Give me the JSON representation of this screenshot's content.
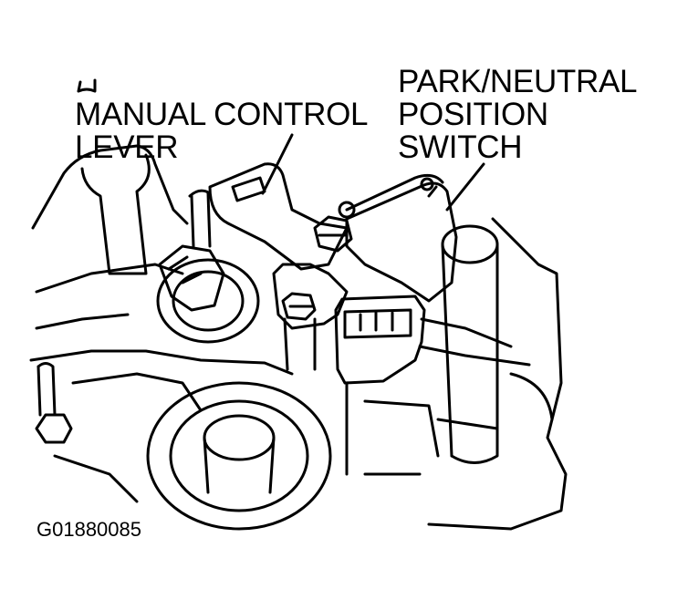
{
  "labels": {
    "manual_control_lever": [
      "MANUAL CONTROL",
      "LEVER"
    ],
    "park_neutral_switch": [
      "PARK/NEUTRAL",
      "POSITION",
      "SWITCH"
    ]
  },
  "figure_id": "G01880085",
  "colors": {
    "ink": "#000000",
    "paper": "#ffffff"
  }
}
